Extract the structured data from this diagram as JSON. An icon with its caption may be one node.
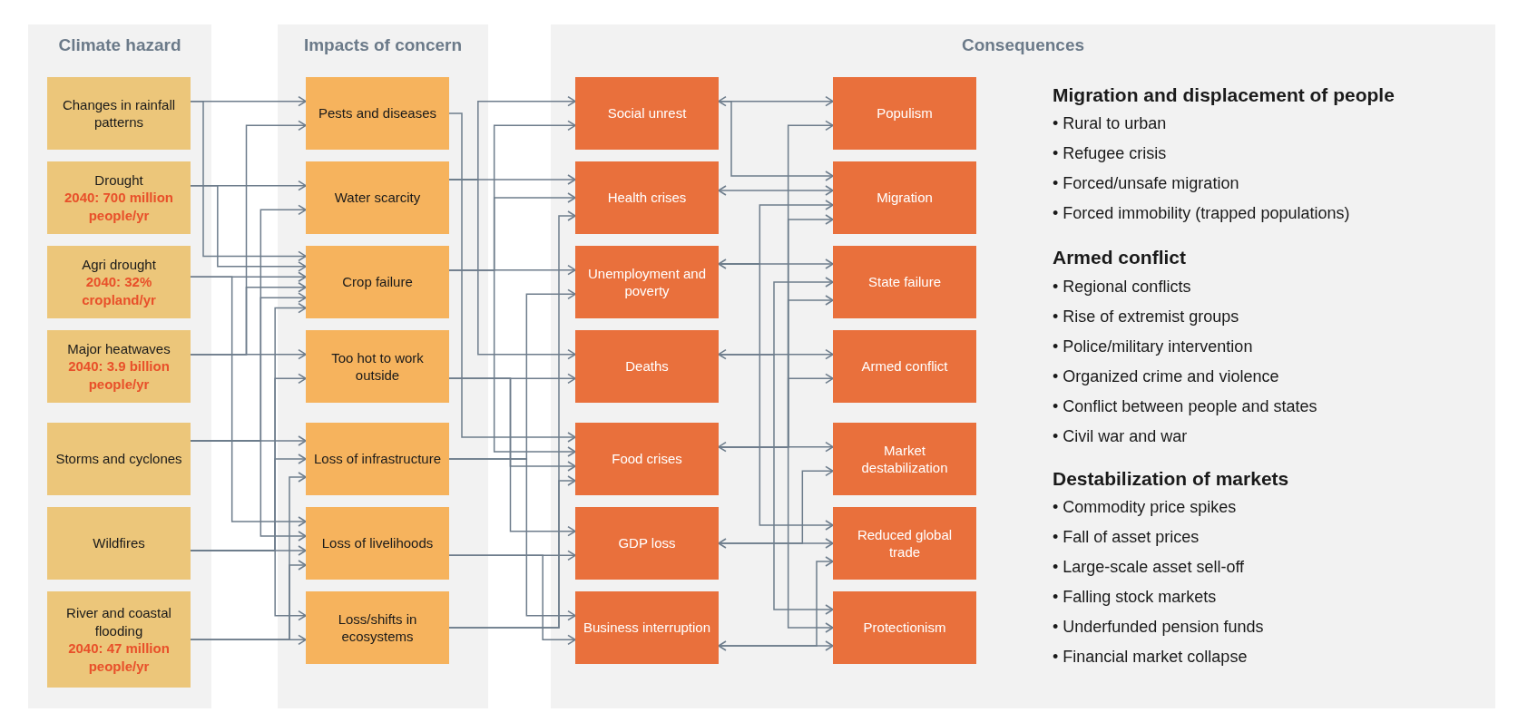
{
  "diagram": {
    "nodes": [
      {
        "text": [
          "Climate hazard"
        ]
      },
      {
        "text": [
          "Changes in rainfall patterns"
        ],
        "in": 0
      },
      {
        "text": [
          "Drought",
          "2040: 700 million people/yr"
        ],
        "in": 0
      },
      {
        "text": [
          "Agri drought",
          "2040: 32% cropland/yr"
        ],
        "in": 0
      },
      {
        "text": [
          "Major heatwaves",
          "2040: 3.9 billion people/yr"
        ],
        "in": 0
      },
      {
        "text": [
          "Storms and cyclones"
        ],
        "in": 0
      },
      {
        "text": [
          "Wildfires"
        ],
        "in": 0
      },
      {
        "text": [
          "River and coastal flooding",
          "2040: 47 million people/yr"
        ],
        "in": 0
      },
      {
        "text": [
          "Impacts of concern"
        ]
      },
      {
        "text": [
          "Pests and diseases"
        ],
        "in": 8
      },
      {
        "text": [
          "Water scarcity"
        ],
        "in": 8
      },
      {
        "text": [
          "Crop failure"
        ],
        "in": 8
      },
      {
        "text": [
          "Too hot to work outside"
        ],
        "in": 8
      },
      {
        "text": [
          "Loss of infrastructure"
        ],
        "in": 8
      },
      {
        "text": [
          "Loss of livelihoods"
        ],
        "in": 8
      },
      {
        "text": [
          "Loss/shifts in ecosystems"
        ],
        "in": 8
      },
      {
        "text": [
          "Consequences"
        ]
      },
      {
        "text": [
          "Social unrest"
        ],
        "in": 16
      },
      {
        "text": [
          "Health crises"
        ],
        "in": 16
      },
      {
        "text": [
          "Unemployment and poverty"
        ],
        "in": 16
      },
      {
        "text": [
          "Deaths"
        ],
        "in": 16
      },
      {
        "text": [
          "Food crises"
        ],
        "in": 16
      },
      {
        "text": [
          "GDP loss"
        ],
        "in": 16
      },
      {
        "text": [
          "Business interruption"
        ],
        "in": 16
      },
      {
        "text": [
          "Populism"
        ],
        "in": 16
      },
      {
        "text": [
          "Migration"
        ],
        "in": 16
      },
      {
        "text": [
          "State failure"
        ],
        "in": 16
      },
      {
        "text": [
          "Armed conflict"
        ],
        "in": 16
      },
      {
        "text": [
          "Market destabilization"
        ],
        "in": 16
      },
      {
        "text": [
          "Reduced global trade"
        ],
        "in": 16
      },
      {
        "text": [
          "Protectionism"
        ],
        "in": 16
      }
    ],
    "edges": [
      {
        "from": 1,
        "to": 9,
        "arrow": "to"
      },
      {
        "from": 1,
        "to": 11,
        "arrow": "to"
      },
      {
        "from": 2,
        "to": 10,
        "arrow": "to"
      },
      {
        "from": 2,
        "to": 11,
        "arrow": "to"
      },
      {
        "from": 3,
        "to": 11,
        "arrow": "to"
      },
      {
        "from": 3,
        "to": 14,
        "arrow": "to"
      },
      {
        "from": 4,
        "to": 9,
        "arrow": "to"
      },
      {
        "from": 4,
        "to": 11,
        "arrow": "to"
      },
      {
        "from": 4,
        "to": 12,
        "arrow": "to"
      },
      {
        "from": 5,
        "to": 10,
        "arrow": "to"
      },
      {
        "from": 5,
        "to": 11,
        "arrow": "to"
      },
      {
        "from": 5,
        "to": 13,
        "arrow": "to"
      },
      {
        "from": 5,
        "to": 14,
        "arrow": "to"
      },
      {
        "from": 6,
        "to": 11,
        "arrow": "to"
      },
      {
        "from": 6,
        "to": 12,
        "arrow": "to"
      },
      {
        "from": 6,
        "to": 13,
        "arrow": "to"
      },
      {
        "from": 6,
        "to": 14,
        "arrow": "to"
      },
      {
        "from": 6,
        "to": 15,
        "arrow": "to"
      },
      {
        "from": 7,
        "to": 13,
        "arrow": "to"
      },
      {
        "from": 7,
        "to": 14,
        "arrow": "to"
      },
      {
        "from": 7,
        "to": 15,
        "arrow": "to"
      },
      {
        "from": 9,
        "to": 21,
        "arrow": "to"
      },
      {
        "from": 10,
        "to": 17,
        "arrow": "to"
      },
      {
        "from": 10,
        "to": 18,
        "arrow": "to"
      },
      {
        "from": 10,
        "to": 20,
        "arrow": "to"
      },
      {
        "from": 11,
        "to": 17,
        "arrow": "to"
      },
      {
        "from": 11,
        "to": 18,
        "arrow": "to"
      },
      {
        "from": 11,
        "to": 19,
        "arrow": "to"
      },
      {
        "from": 11,
        "to": 21,
        "arrow": "to"
      },
      {
        "from": 12,
        "to": 20,
        "arrow": "to"
      },
      {
        "from": 12,
        "to": 21,
        "arrow": "to"
      },
      {
        "from": 12,
        "to": 22,
        "arrow": "to"
      },
      {
        "from": 13,
        "to": 19,
        "arrow": "to"
      },
      {
        "from": 13,
        "to": 23,
        "arrow": "to"
      },
      {
        "from": 14,
        "to": 22,
        "arrow": "to"
      },
      {
        "from": 14,
        "to": 23,
        "arrow": "to"
      },
      {
        "from": 15,
        "to": 18,
        "arrow": "to"
      },
      {
        "from": 15,
        "to": 21,
        "arrow": "to"
      },
      {
        "from": 17,
        "to": 24,
        "arrow": "both"
      },
      {
        "from": 17,
        "to": 25,
        "arrow": "to"
      },
      {
        "from": 18,
        "to": 25,
        "arrow": "both"
      },
      {
        "from": 19,
        "to": 26,
        "arrow": "both"
      },
      {
        "from": 19,
        "to": 25,
        "arrow": "to"
      },
      {
        "from": 19,
        "to": 29,
        "arrow": "to"
      },
      {
        "from": 20,
        "to": 27,
        "arrow": "both"
      },
      {
        "from": 20,
        "to": 26,
        "arrow": "to"
      },
      {
        "from": 20,
        "to": 30,
        "arrow": "to"
      },
      {
        "from": 21,
        "to": 28,
        "arrow": "both"
      },
      {
        "from": 21,
        "to": 24,
        "arrow": "to"
      },
      {
        "from": 21,
        "to": 25,
        "arrow": "to"
      },
      {
        "from": 21,
        "to": 26,
        "arrow": "to"
      },
      {
        "from": 21,
        "to": 27,
        "arrow": "to"
      },
      {
        "from": 21,
        "to": 30,
        "arrow": "to"
      },
      {
        "from": 22,
        "to": 29,
        "arrow": "both"
      },
      {
        "from": 22,
        "to": 28,
        "arrow": "to"
      },
      {
        "from": 23,
        "to": 30,
        "arrow": "both"
      },
      {
        "from": 23,
        "to": 29,
        "arrow": "to"
      }
    ],
    "labels": [
      "Migration and displacement of people",
      "• Rural to urban",
      "• Refugee crisis",
      "• Forced/unsafe migration",
      "• Forced immobility (trapped populations)",
      "Armed conflict",
      "• Regional conflicts",
      "• Rise of extremist groups",
      "• Police/military intervention",
      "• Organized crime and violence",
      "• Conflict between people and states",
      "• Civil war and war",
      "Destabilization of markets",
      "• Commodity price spikes",
      "• Fall of asset prices",
      "• Large-scale asset sell-off",
      "• Falling stock markets",
      "• Underfunded pension funds",
      "• Financial market collapse"
    ]
  }
}
